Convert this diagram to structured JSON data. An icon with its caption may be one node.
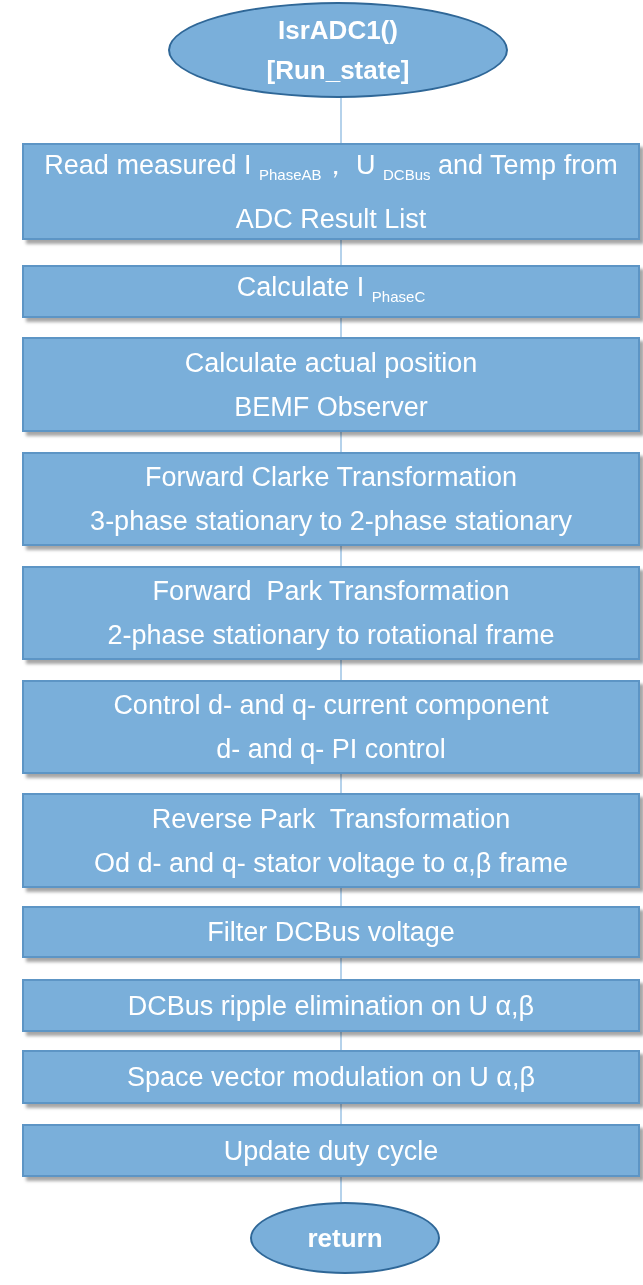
{
  "diagram": {
    "nodes": [
      {
        "text": [
          "IsrADC1() [Run_state]"
        ]
      },
      {
        "text": [
          "Read measured I $_{PhaseAB}$， U $_{DCBus}$ and Temp from ADC Result List"
        ]
      },
      {
        "text": [
          "Calculate I $_{PhaseC}$"
        ]
      },
      {
        "text": [
          "Calculate actual position",
          "BEMF Observer"
        ]
      },
      {
        "text": [
          "Forward Clarke Transformation",
          "3-phase stationary to 2-phase stationary"
        ]
      },
      {
        "text": [
          "Forward  Park Transformation",
          "2-phase stationary to rotational frame"
        ]
      },
      {
        "text": [
          "Control d- and q- current component",
          "d- and q- PI control"
        ]
      },
      {
        "text": [
          "Reverse Park  Transformation",
          "Od d- and q- stator voltage to α,β frame"
        ]
      },
      {
        "text": [
          "Filter DCBus voltage"
        ]
      },
      {
        "text": [
          "DCBus ripple elimination on U α,β"
        ]
      },
      {
        "text": [
          "Space vector modulation on U α,β"
        ]
      },
      {
        "text": [
          "Update duty cycle"
        ]
      },
      {
        "text": [
          "return"
        ]
      }
    ],
    "edges": [
      {
        "from": 0,
        "to": 1,
        "arrow": "none"
      },
      {
        "from": 1,
        "to": 2,
        "arrow": "none"
      },
      {
        "from": 2,
        "to": 3,
        "arrow": "none"
      },
      {
        "from": 3,
        "to": 4,
        "arrow": "none"
      },
      {
        "from": 4,
        "to": 5,
        "arrow": "none"
      },
      {
        "from": 5,
        "to": 6,
        "arrow": "none"
      },
      {
        "from": 6,
        "to": 7,
        "arrow": "none"
      },
      {
        "from": 7,
        "to": 8,
        "arrow": "none"
      },
      {
        "from": 8,
        "to": 9,
        "arrow": "none"
      },
      {
        "from": 9,
        "to": 10,
        "arrow": "none"
      },
      {
        "from": 10,
        "to": 11,
        "arrow": "none"
      },
      {
        "from": 11,
        "to": 12,
        "arrow": "none"
      }
    ]
  }
}
